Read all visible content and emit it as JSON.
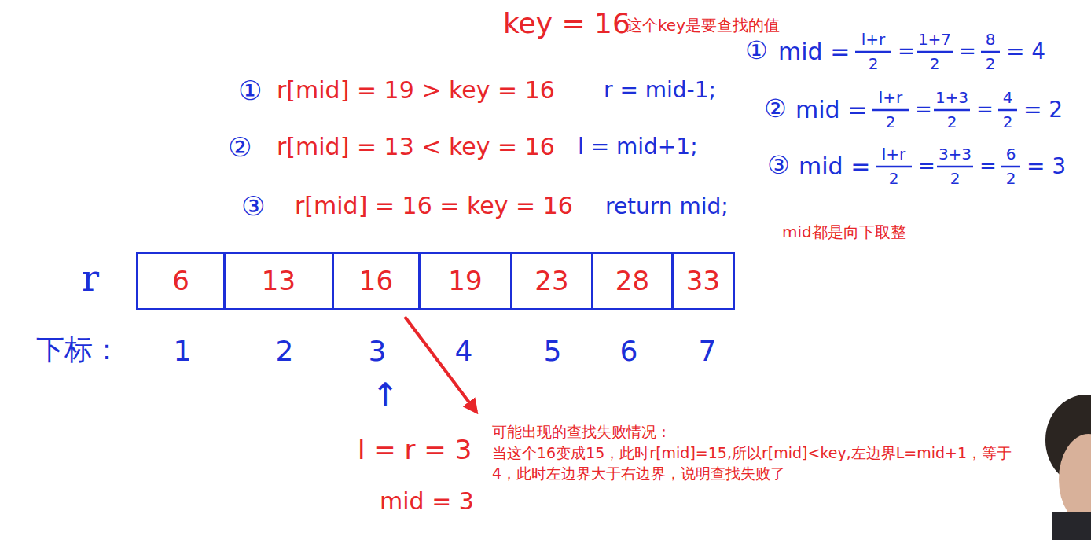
{
  "diagram": {
    "nodes": [
      {
        "text": [
          "r"
        ]
      },
      {
        "text": [
          "6"
        ],
        "in": 0
      },
      {
        "text": [
          "13"
        ],
        "in": 0
      },
      {
        "text": [
          "16"
        ],
        "in": 0
      },
      {
        "text": [
          "19"
        ],
        "in": 0
      },
      {
        "text": [
          "23"
        ],
        "in": 0
      },
      {
        "text": [
          "28"
        ],
        "in": 0
      },
      {
        "text": [
          "33"
        ],
        "in": 0
      }
    ],
    "labels": [
      "key = 16",
      "这个key是要查找的值",
      "①",
      "r[mid] = 19 > key = 16",
      "r = mid-1;",
      "②",
      "r[mid] = 13 < key = 16",
      "l = mid+1;",
      "③",
      "r[mid] = 16 = key = 16",
      "return mid;",
      "①",
      "mid =",
      "l+r",
      "2",
      "=",
      "1+7",
      "2",
      "=",
      "8",
      "2",
      "= 4",
      "②",
      "mid =",
      "l+r",
      "2",
      "=",
      "1+3",
      "2",
      "=",
      "4",
      "2",
      "= 2",
      "③",
      "mid =",
      "l+r",
      "2",
      "=",
      "3+3",
      "2",
      "=",
      "6",
      "2",
      "= 3",
      "mid都是向下取整",
      "下标：",
      "1",
      "2",
      "3",
      "4",
      "5",
      "6",
      "7",
      "↑",
      "l = r = 3",
      "mid = 3",
      "可能出现的查找失败情况：",
      "当这个16变成15，此时r[mid]=15,所以r[mid]<key,左边界L=mid+1，等于4，此时左边界大于右边界，说明查找失败了"
    ]
  }
}
